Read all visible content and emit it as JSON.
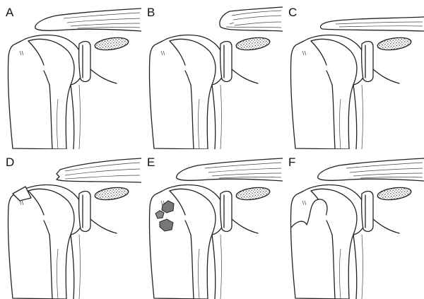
{
  "figure": {
    "panels": [
      {
        "label": "A",
        "variant": "normal"
      },
      {
        "label": "B",
        "variant": "frayed-tendon"
      },
      {
        "label": "C",
        "variant": "thin-tendon"
      },
      {
        "label": "D",
        "variant": "torn-tendon"
      },
      {
        "label": "E",
        "variant": "calcific-deposits"
      },
      {
        "label": "F",
        "variant": "irregular-head"
      }
    ]
  }
}
